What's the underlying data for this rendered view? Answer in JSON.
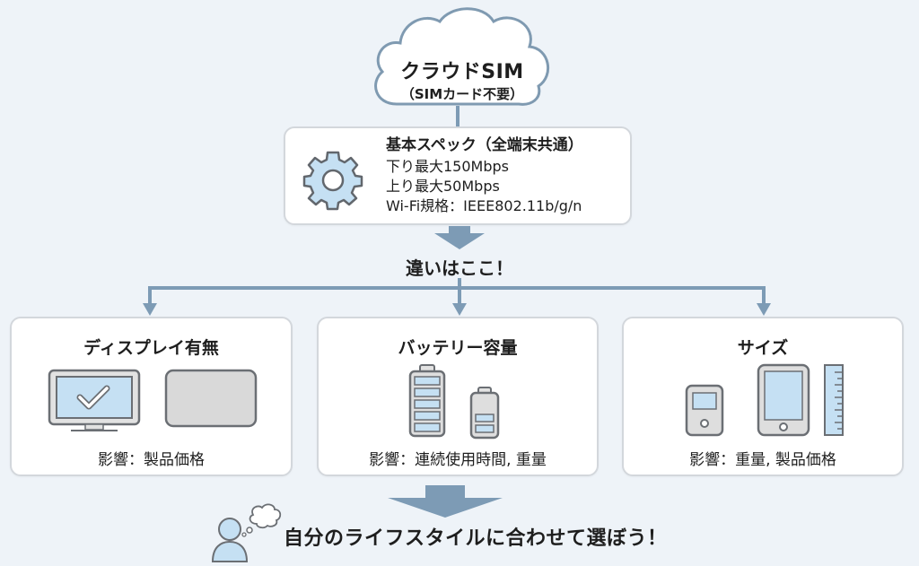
{
  "cloud": {
    "title": "クラウドSIM",
    "subtitle": "（SIMカード不要）",
    "icon": "cloud-icon"
  },
  "spec": {
    "icon": "gear-icon",
    "title": "基本スペック（全端末共通）",
    "lines": [
      "下り最大150Mbps",
      "上り最大50Mbps",
      "Wi-Fi規格：IEEE802.11b/g/n"
    ]
  },
  "difference_label": "違いはここ！",
  "factors": [
    {
      "title": "ディスプレイ有無",
      "impact": "影響：製品価格",
      "icons": [
        "monitor-with-check-icon",
        "blank-screen-icon"
      ]
    },
    {
      "title": "バッテリー容量",
      "impact": "影響：連続使用時間, 重量",
      "icons": [
        "battery-full-icon",
        "battery-low-icon"
      ]
    },
    {
      "title": "サイズ",
      "impact": "影響：重量, 製品価格",
      "icons": [
        "small-device-icon",
        "tablet-icon",
        "ruler-icon"
      ]
    }
  ],
  "conclusion": {
    "icon": "thinking-person-icon",
    "text": "自分のライフスタイルに合わせて選ぼう！"
  },
  "colors": {
    "background": "#eef3f8",
    "arrow": "#7d9bb5",
    "card_border": "#d3d7dc",
    "icon_fill": "#c5e0f3",
    "icon_stroke": "#6b6f74"
  }
}
